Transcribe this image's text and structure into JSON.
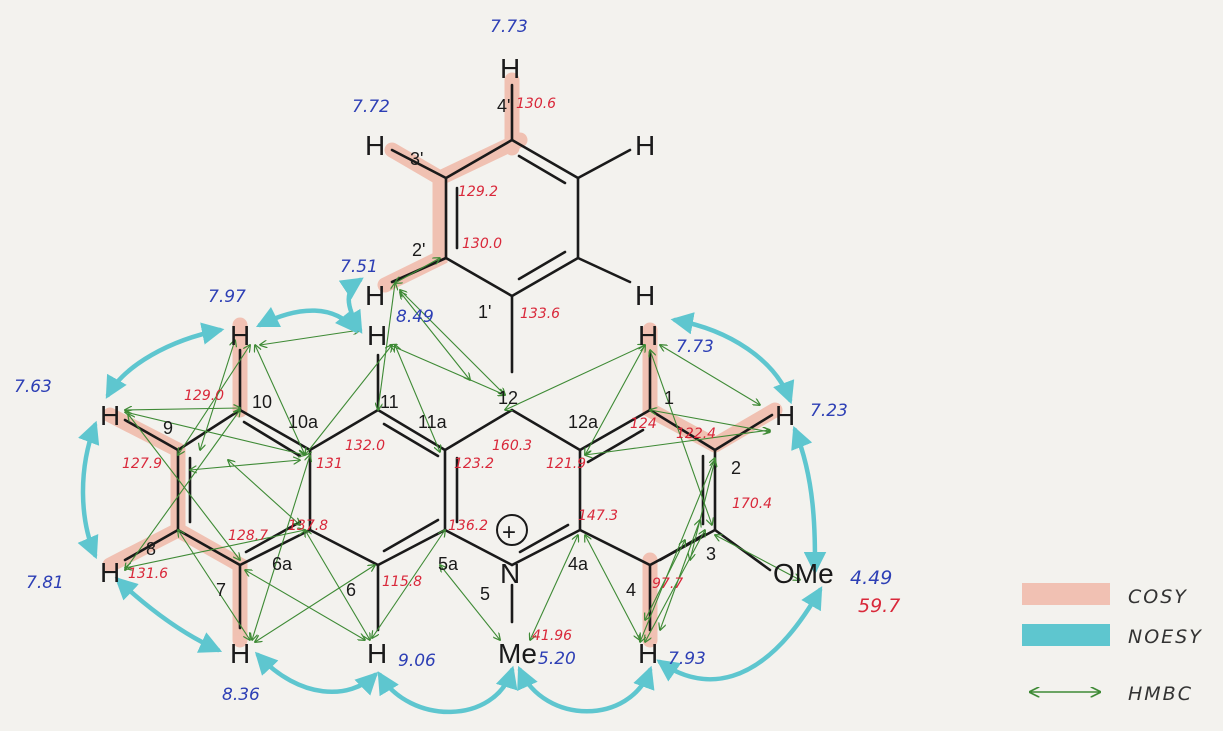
{
  "colors": {
    "background": "#f3f2ee",
    "bond": "#1a1a1a",
    "cosy": "#f0b9a8",
    "noesy": "#5ec6cf",
    "hmbc": "#3e8a35",
    "c13_shift": "#d9283a",
    "h1_shift": "#2d3fb5"
  },
  "atoms": {
    "H_top": "H",
    "H_3p": "H",
    "H_5p": "H",
    "H_2p": "H",
    "H_6p": "H",
    "H_10": "H",
    "H_11": "H",
    "H_9": "H",
    "H_1": "H",
    "H_2": "H",
    "H_8": "H",
    "H_7": "H",
    "H_6": "H",
    "H_4": "H",
    "N": "N",
    "Me_N": "Me",
    "OMe": "OMe",
    "plus": "+"
  },
  "positions": {
    "p4": "4'",
    "p3": "3'",
    "p2": "2'",
    "p1": "1'",
    "n12": "12",
    "n11": "11",
    "n11a": "11a",
    "n12a": "12a",
    "n1": "1",
    "n10": "10",
    "n10a": "10a",
    "n9": "9",
    "n2": "2",
    "n8": "8",
    "n7": "7",
    "n6a": "6a",
    "n6": "6",
    "n5a": "5a",
    "n5": "5",
    "n4a": "4a",
    "n4": "4",
    "n3": "3"
  },
  "c13_shifts": {
    "c4p": "130.6",
    "c3p": "129.2",
    "c2p": "130.0",
    "c1p": "133.6",
    "c10": "129.0",
    "c9": "127.9",
    "c10a": "131",
    "c11": "132.0",
    "c11a": "123.2",
    "c12": "160.3",
    "c12a": "121.9",
    "c1": "124",
    "c2": "122.4",
    "c3": "170.4",
    "c8": "131.6",
    "c7": "128.7",
    "c6a": "137.8",
    "c5a": "136.2",
    "c6": "115.8",
    "c4a": "147.3",
    "c4": "97.7",
    "nme": "41.96",
    "ome": "59.7"
  },
  "h1_shifts": {
    "h4p": "7.73",
    "h3p": "7.72",
    "h2p": "7.51",
    "h10": "7.97",
    "h11": "8.49",
    "h9": "7.63",
    "h1": "7.73",
    "h2": "7.23",
    "h8": "7.81",
    "h7": "8.36",
    "h6": "9.06",
    "nme": "5.20",
    "h4": "7.93",
    "ome": "4.49"
  },
  "legend": [
    {
      "label": "COSY",
      "color": "#f0b9a8"
    },
    {
      "label": "NOESY",
      "color": "#5ec6cf"
    },
    {
      "label": "HMBC",
      "color": "#3e8a35"
    }
  ]
}
